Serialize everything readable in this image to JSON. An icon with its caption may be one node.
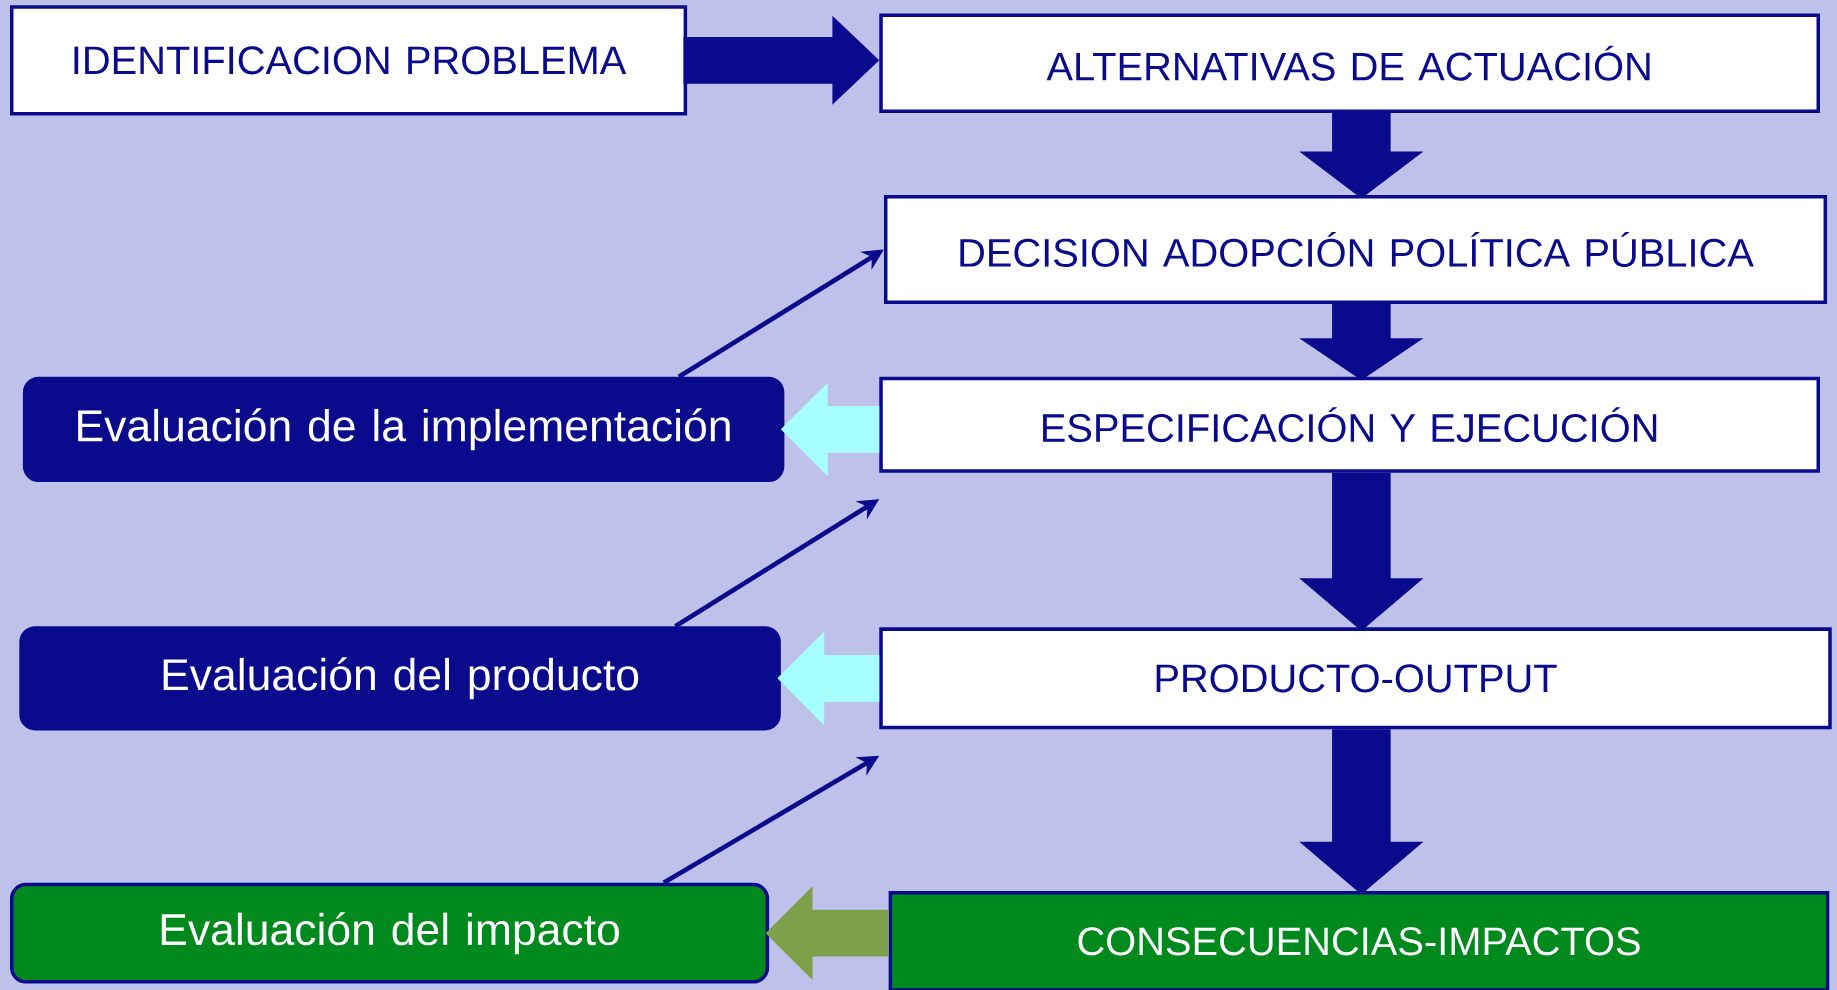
{
  "diagram": {
    "nodes": [
      {
        "text": [
          "IDENTIFICACION PROBLEMA"
        ]
      },
      {
        "text": [
          "ALTERNATIVAS DE ACTUACIÓN"
        ]
      },
      {
        "text": [
          "DECISION ADOPCIÓN POLÍTICA PÚBLICA"
        ]
      },
      {
        "text": [
          "Evaluación de la implementación"
        ]
      },
      {
        "text": [
          "ESPECIFICACIÓN Y EJECUCIÓN"
        ]
      },
      {
        "text": [
          "Evaluación del producto"
        ]
      },
      {
        "text": [
          "PRODUCTO-OUTPUT"
        ]
      },
      {
        "text": [
          "Evaluación del impacto"
        ]
      },
      {
        "text": [
          "CONSECUENCIAS-IMPACTOS"
        ]
      }
    ],
    "edges": [
      {
        "from": 0,
        "to": 1,
        "arrow": "to",
        "style": "thick"
      },
      {
        "from": 1,
        "to": 2,
        "arrow": "to",
        "style": "thick"
      },
      {
        "from": 2,
        "to": 4,
        "arrow": "to",
        "style": "thick"
      },
      {
        "from": 4,
        "to": 3,
        "arrow": "to",
        "style": "thick",
        "color": "#a8ffff"
      },
      {
        "from": 3,
        "to": 2,
        "arrow": "to"
      },
      {
        "from": 4,
        "to": 6,
        "arrow": "to",
        "style": "thick"
      },
      {
        "from": 6,
        "to": 5,
        "arrow": "to",
        "style": "thick",
        "color": "#a8ffff"
      },
      {
        "from": 5,
        "to": 4,
        "arrow": "to"
      },
      {
        "from": 6,
        "to": 8,
        "arrow": "to",
        "style": "thick"
      },
      {
        "from": 8,
        "to": 7,
        "arrow": "to",
        "style": "thick",
        "color": "#7fa04a"
      },
      {
        "from": 7,
        "to": 6,
        "arrow": "to"
      }
    ]
  }
}
